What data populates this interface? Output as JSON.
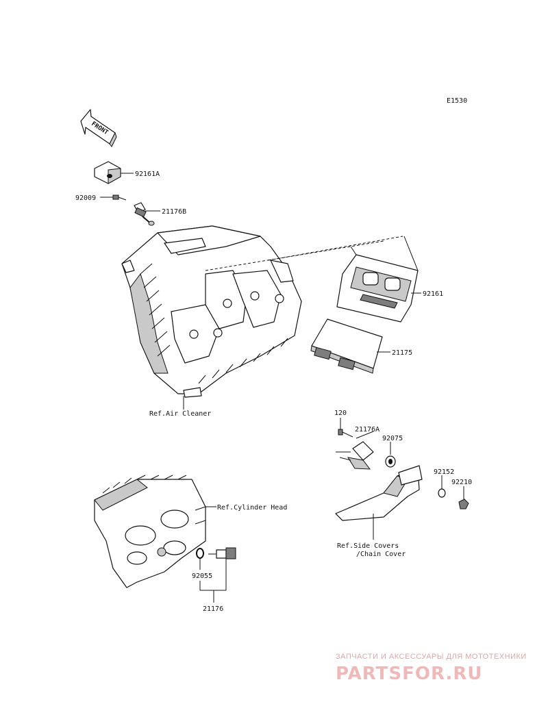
{
  "diagram_code": "E1530",
  "front_label": "FRONT",
  "parts": {
    "p92161A": "92161A",
    "p92009": "92009",
    "p21176B": "21176B",
    "p92161": "92161",
    "p21175": "21175",
    "p120": "120",
    "p21176A": "21176A",
    "p92075": "92075",
    "p92152": "92152",
    "p92210": "92210",
    "p92055": "92055",
    "p21176": "21176"
  },
  "refs": {
    "air_cleaner": "Ref.Air Cleaner",
    "cylinder_head": "Ref.Cylinder Head",
    "side_covers_1": "Ref.Side Covers",
    "side_covers_2": "/Chain Cover"
  },
  "watermark": {
    "top": "ЗАПЧАСТИ И АКСЕССУАРЫ ДЛЯ МОТОТЕХНИКИ",
    "logo": "PARTSFOR.RU"
  }
}
